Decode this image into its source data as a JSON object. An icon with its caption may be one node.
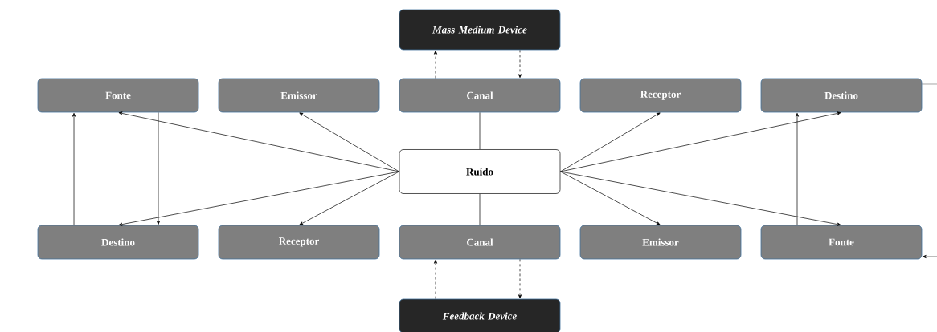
{
  "diagram": {
    "nodes": [
      {
        "text": [
          "Mass Medium Device"
        ]
      },
      {
        "text": [
          "Fonte"
        ]
      },
      {
        "text": [
          "Emissor"
        ]
      },
      {
        "text": [
          "Canal"
        ]
      },
      {
        "text": [
          "Receptor"
        ]
      },
      {
        "text": [
          "Destino"
        ]
      },
      {
        "text": [
          "Ruído"
        ]
      },
      {
        "text": [
          "Destino"
        ]
      },
      {
        "text": [
          "Receptor"
        ]
      },
      {
        "text": [
          "Canal"
        ]
      },
      {
        "text": [
          "Emissor"
        ]
      },
      {
        "text": [
          "Fonte"
        ]
      },
      {
        "text": [
          "Feedback Device"
        ]
      }
    ],
    "edges": [
      {
        "from": 6,
        "to": 1,
        "arrow": "to"
      },
      {
        "from": 6,
        "to": 2,
        "arrow": "to"
      },
      {
        "from": 6,
        "to": 3,
        "arrow": "none"
      },
      {
        "from": 6,
        "to": 4,
        "arrow": "to"
      },
      {
        "from": 6,
        "to": 5,
        "arrow": "to"
      },
      {
        "from": 6,
        "to": 7,
        "arrow": "to"
      },
      {
        "from": 6,
        "to": 8,
        "arrow": "to"
      },
      {
        "from": 6,
        "to": 9,
        "arrow": "none"
      },
      {
        "from": 6,
        "to": 10,
        "arrow": "to"
      },
      {
        "from": 6,
        "to": 11,
        "arrow": "to"
      },
      {
        "from": 3,
        "to": 0,
        "arrow": "to",
        "style": "dashed"
      },
      {
        "from": 0,
        "to": 3,
        "arrow": "to",
        "style": "dashed"
      },
      {
        "from": 12,
        "to": 9,
        "arrow": "to",
        "style": "dashed"
      },
      {
        "from": 9,
        "to": 12,
        "arrow": "to",
        "style": "dashed"
      },
      {
        "from": 7,
        "to": 1,
        "arrow": "to"
      },
      {
        "from": 1,
        "to": 7,
        "arrow": "to"
      },
      {
        "from": 11,
        "to": 5,
        "arrow": "to"
      },
      {
        "from": 5,
        "to": null,
        "arrow": "none"
      },
      {
        "from": null,
        "to": 11,
        "arrow": "to"
      }
    ]
  }
}
